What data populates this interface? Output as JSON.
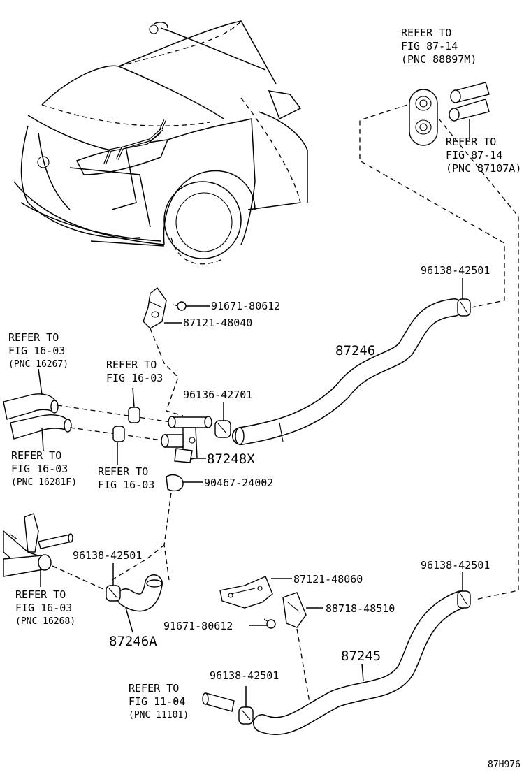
{
  "diagram_code": "87H976",
  "labels": {
    "ref_87_14_a": [
      "REFER TO",
      "FIG 87-14",
      "(PNC 88897M)"
    ],
    "ref_87_14_b": [
      "REFER TO",
      "FIG 87-14",
      "(PNC 87107A)"
    ],
    "clamp_upper_right": "96138-42501",
    "bolt_upper": "91671-80612",
    "bracket_upper": "87121-48040",
    "hose_upper": "87246",
    "ref_16_03_a": [
      "REFER TO",
      "FIG 16-03",
      "(PNC 16267)"
    ],
    "ref_16_03_b": [
      "REFER TO",
      "FIG 16-03"
    ],
    "clamp_mid": "96136-42701",
    "ref_16_03_c": [
      "REFER TO",
      "FIG 16-03",
      "(PNC 16281F)"
    ],
    "ref_16_03_d": [
      "REFER TO",
      "FIG 16-03"
    ],
    "valve": "87248X",
    "grommet_mid": "90467-24002",
    "clamp_left_lower": "96138-42501",
    "ref_16_03_e": [
      "REFER TO",
      "FIG 16-03",
      "(PNC 16268)"
    ],
    "hose_small": "87246A",
    "bracket_lower": "87121-48060",
    "clamp_lower_right": "96138-42501",
    "clip_lower": "88718-48510",
    "bolt_lower": "91671-80612",
    "hose_lower": "87245",
    "clamp_bottom": "96138-42501",
    "ref_11_04": [
      "REFER TO",
      "FIG 11-04",
      "(PNC 11101)"
    ]
  }
}
